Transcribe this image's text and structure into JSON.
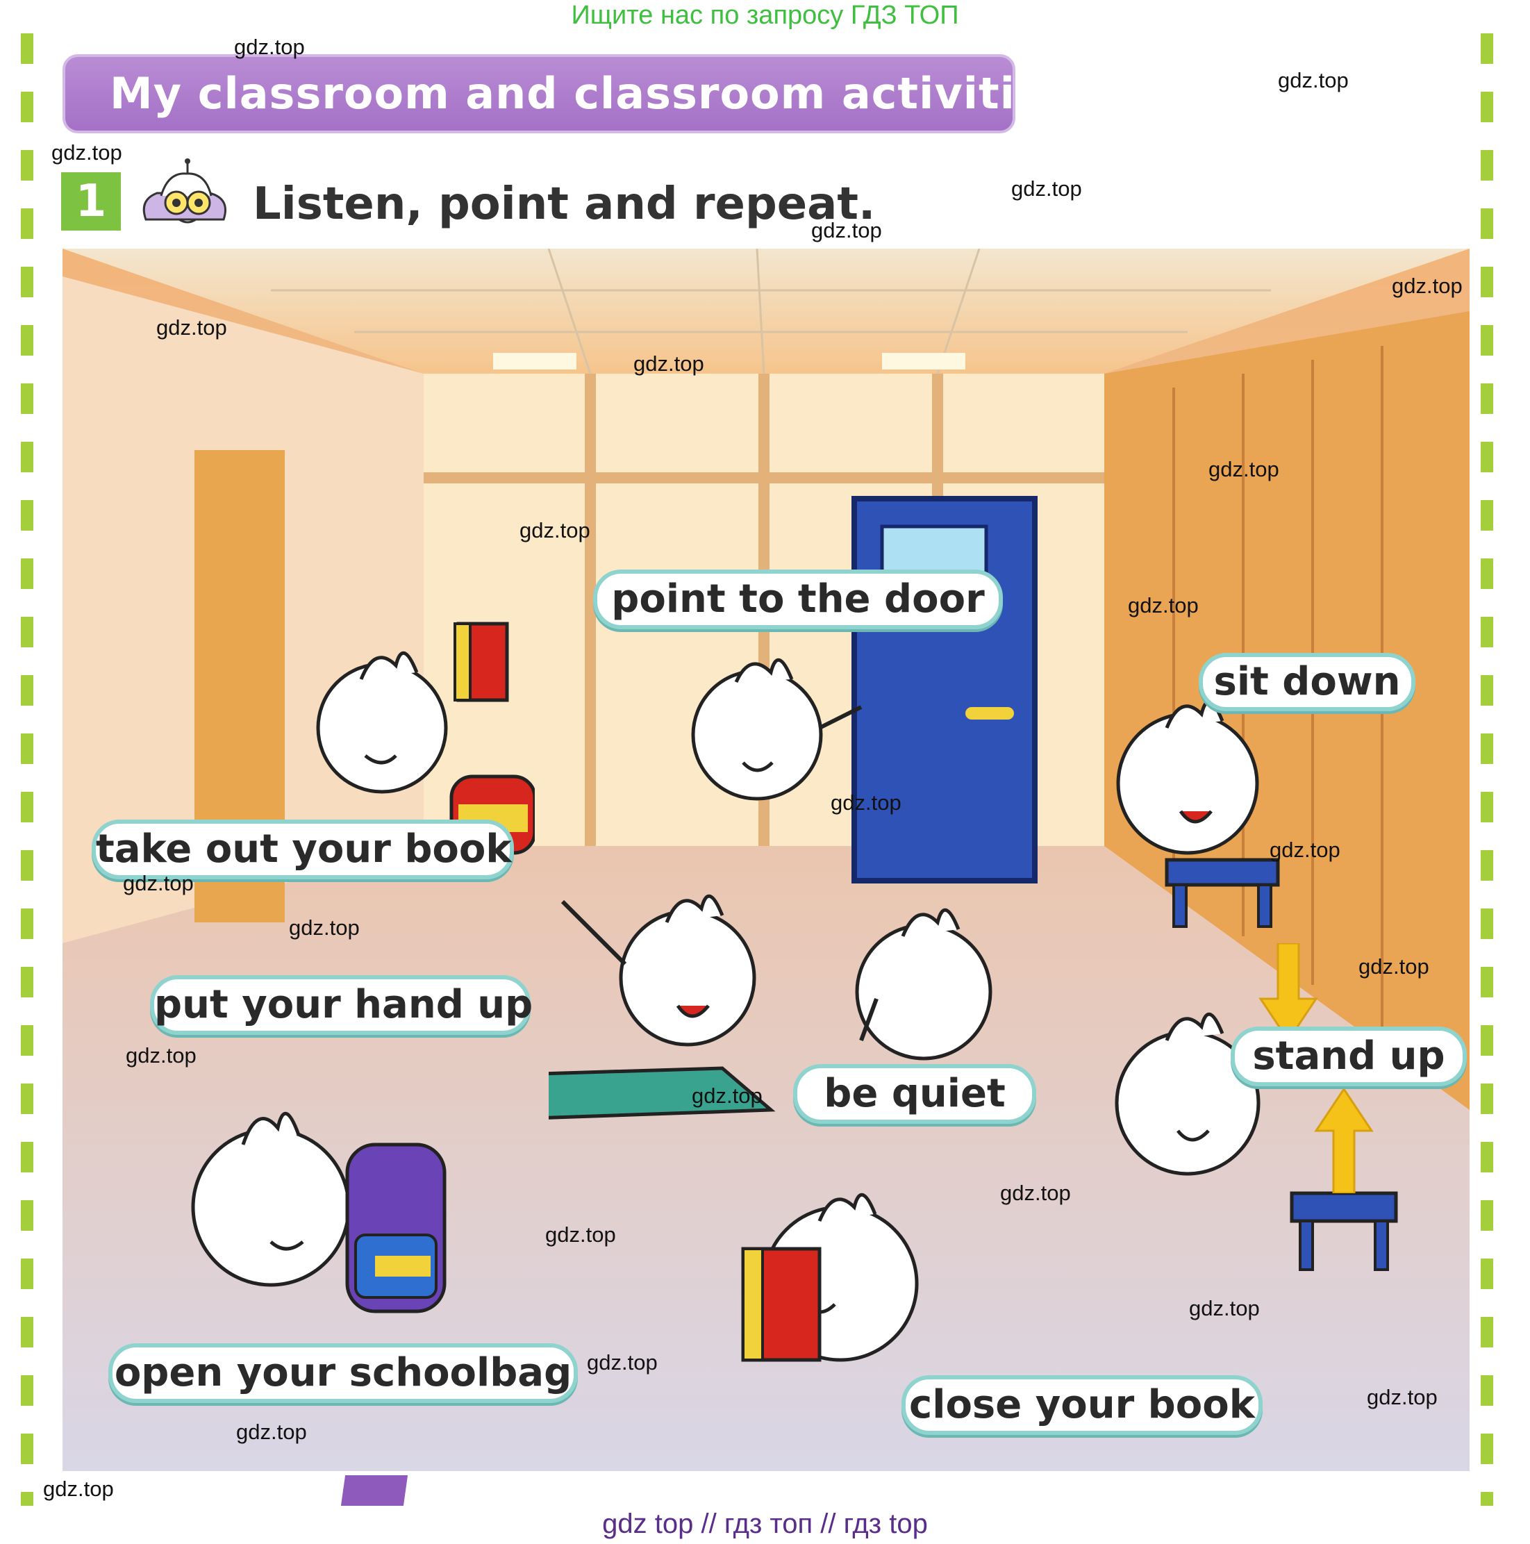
{
  "top_banner": "Ищите нас по запросу ГДЗ ТОП",
  "title": "My classroom and classroom activities",
  "exercise": {
    "number": "1",
    "instruction": "Listen, point and repeat."
  },
  "phrases": {
    "point_to_the_door": "point to the door",
    "sit_down": "sit down",
    "take_out_your_book": "take out your book",
    "put_your_hand_up": "put your hand up",
    "be_quiet": "be quiet",
    "stand_up": "stand up",
    "open_your_schoolbag": "open your schoolbag",
    "close_your_book": "close your book"
  },
  "watermark": "gdz.top",
  "footer": "gdz top  //  гдз топ  //  гдз top",
  "colors": {
    "title_bar": "#a471c7",
    "exercise_badge": "#7ec242",
    "phrase_border": "#8fd3cf",
    "banner_text": "#3fbf3f",
    "footer_text": "#5b2d8a"
  }
}
